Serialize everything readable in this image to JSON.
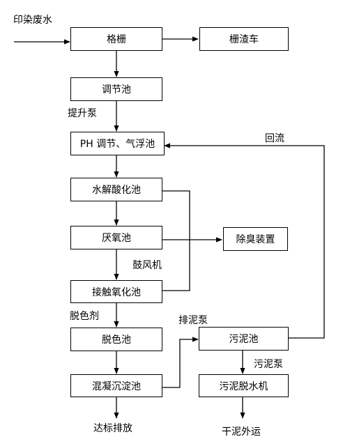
{
  "input_label": "印染废水",
  "nodes": {
    "grille": "格栅",
    "screen_truck": "栅渣车",
    "equalization": "调节池",
    "ph_flotation": "PH 调节、气浮池",
    "hydrolysis": "水解酸化池",
    "anaerobic": "厌氧池",
    "deodorizer": "除臭装置",
    "contact_oxidation": "接触氧化池",
    "decolor": "脱色池",
    "coagulation": "混凝沉淀池",
    "sludge_tank": "污泥池",
    "sludge_dewater": "污泥脱水机"
  },
  "edge_labels": {
    "lift_pump": "提升泵",
    "reflux": "回流",
    "blower": "鼓风机",
    "decolorant": "脱色剂",
    "sludge_discharge_pump": "排泥泵",
    "sludge_pump": "污泥泵"
  },
  "outputs": {
    "discharge": "达标排放",
    "dry_sludge": "干泥外运"
  }
}
